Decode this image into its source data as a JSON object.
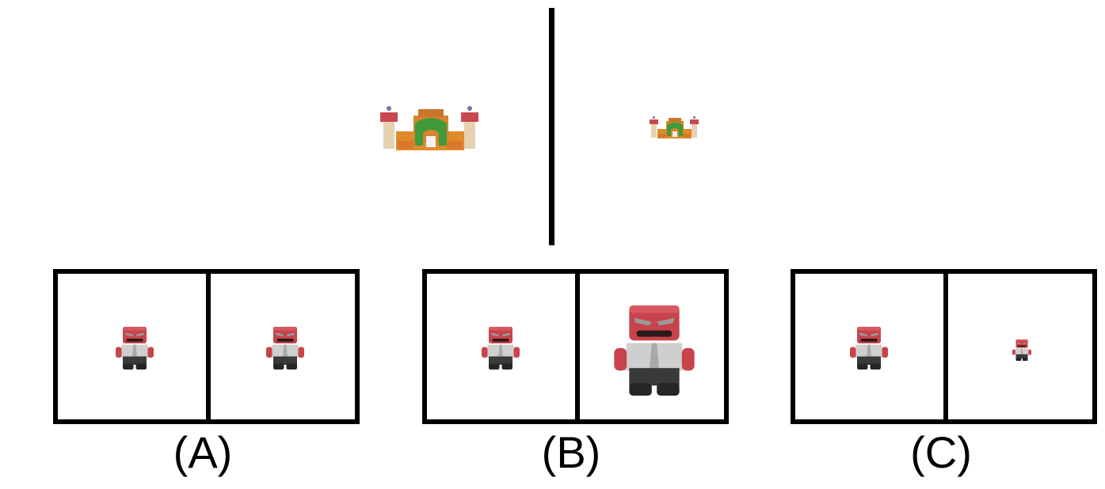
{
  "options": [
    {
      "label": "(A)"
    },
    {
      "label": "(B)"
    },
    {
      "label": "(C)"
    }
  ],
  "icons": {
    "reference_object": "toy-castle-icon",
    "test_object": "anger-character-icon"
  },
  "colors": {
    "border": "#000000",
    "background": "#ffffff"
  }
}
